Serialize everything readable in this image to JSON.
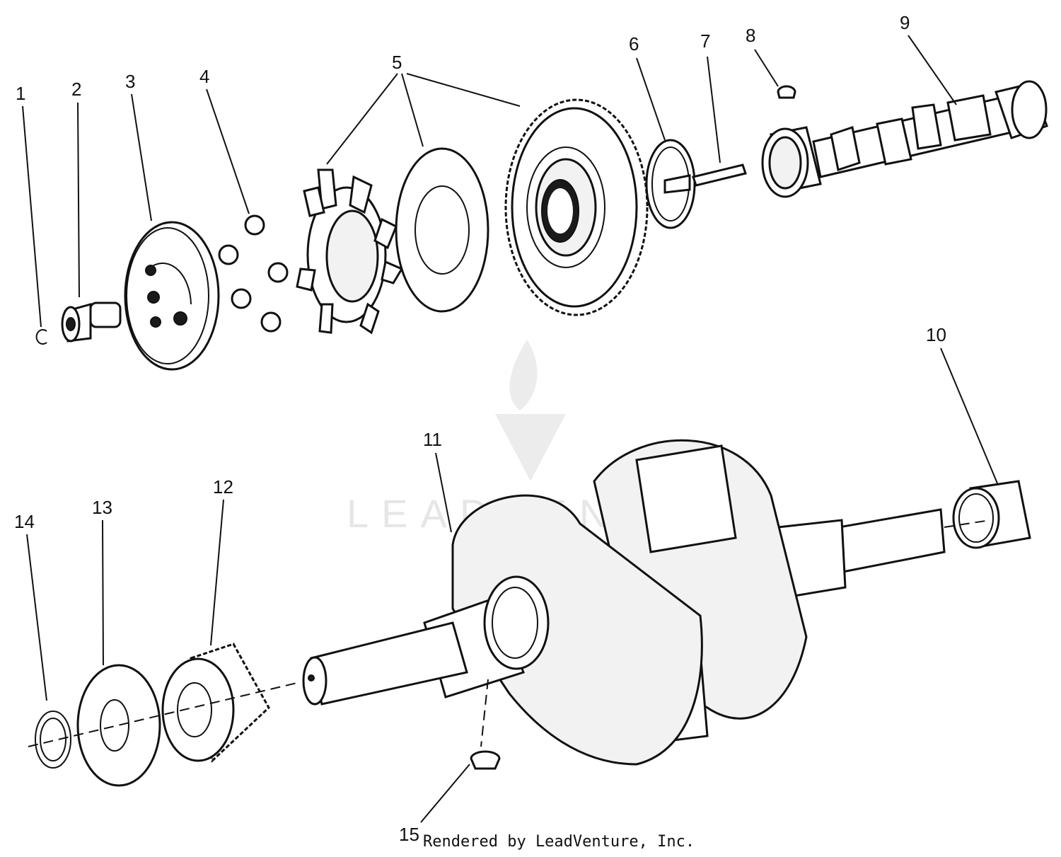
{
  "callouts": [
    "1",
    "2",
    "3",
    "4",
    "5",
    "6",
    "7",
    "8",
    "9",
    "10",
    "11",
    "12",
    "13",
    "14",
    "15"
  ],
  "credit": "Rendered by LeadVenture, Inc.",
  "watermark": "LEADVENTURE",
  "colors": {
    "ink": "#111111",
    "watermark": "#e6e6e6",
    "background": "#ffffff"
  }
}
